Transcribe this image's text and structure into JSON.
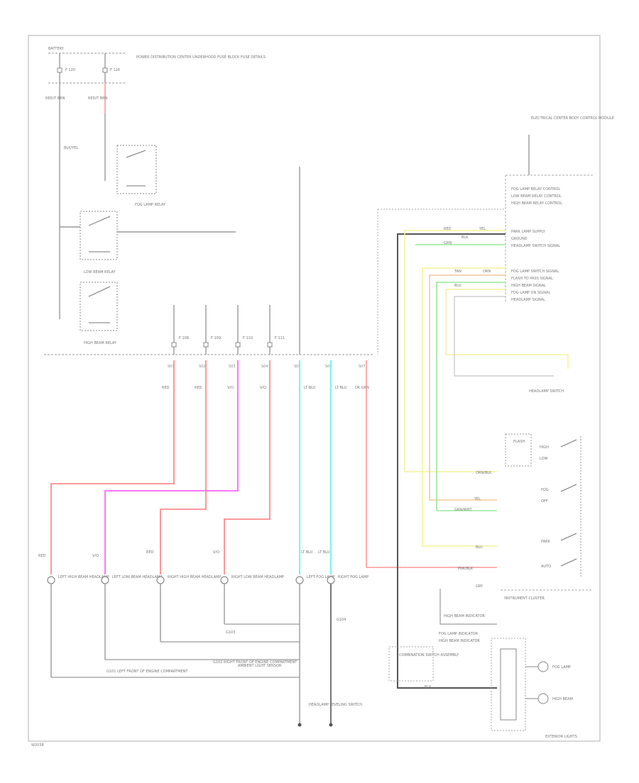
{
  "diagram": {
    "border_label_bottom_left": "W2038",
    "border_label_bottom_right": "EXTERIOR LIGHTS",
    "battery_block": {
      "title": "BATTERY",
      "fuse_left": "F 120",
      "fuse_right": "F 126",
      "note": "POWER DISTRIBUTION CENTER UNDERHOOD FUSE BLOCK FUSE DETAILS"
    },
    "left_column": {
      "wire_top_left": "RED/T BRN",
      "wire_top_right": "RED/T BRN",
      "wire_mid": "BLK/YEL",
      "relay_1_label": "FOG LAMP RELAY",
      "relay_2_label": "LOW BEAM RELAY",
      "relay_3_label": "HIGH BEAM RELAY"
    },
    "fuses_row": [
      "F 108",
      "F 109",
      "F 110",
      "F 111"
    ],
    "splice_labels": [
      "S01",
      "S02",
      "S03",
      "S04",
      "S05",
      "S06",
      "S07"
    ],
    "wire_colors": {
      "red": "#ff8c8c",
      "magenta": "#ff66ff",
      "pink": "#ff9999",
      "cyan": "#66f2f2",
      "yellow": "#f4f49a",
      "green": "#9ae89a",
      "orange": "#f4c89a",
      "black": "#555555"
    },
    "wire_labels_top": [
      "RED",
      "RED",
      "V/O",
      "V/O",
      "LT BLU",
      "LT BLU",
      "DK GRN"
    ],
    "headlamps": [
      {
        "name": "LEFT HIGH BEAM HEADLAMP",
        "wire": "RED"
      },
      {
        "name": "LEFT LOW BEAM HEADLAMP",
        "wire": "V/O"
      },
      {
        "name": "RIGHT HIGH BEAM HEADLAMP",
        "wire": "RED"
      },
      {
        "name": "RIGHT LOW BEAM HEADLAMP",
        "wire": "V/O"
      },
      {
        "name": "LEFT FOG LAMP",
        "wire": "LT BLU"
      },
      {
        "name": "RIGHT FOG LAMP",
        "wire": "LT BLU"
      }
    ],
    "grounds": [
      {
        "label": "G101 LEFT FRONT OF ENGINE COMPARTMENT"
      },
      {
        "label": "G102 RIGHT FRONT OF ENGINE COMPARTMENT"
      },
      {
        "label": "G103"
      },
      {
        "label": "G104"
      }
    ],
    "bcm": {
      "title": "ELECTRICAL CENTER BODY CONTROL MODULE",
      "pins": [
        "FOG LAMP RELAY CONTROL",
        "LOW BEAM RELAY CONTROL",
        "HIGH BEAM RELAY CONTROL",
        "PARK LAMP SUPPLY",
        "GROUND",
        "HEADLAMP SWITCH SIGNAL",
        "FOG LAMP SWITCH SIGNAL",
        "FLASH TO PASS SIGNAL",
        "HIGH BEAM SIGNAL",
        "FOG LAMP ON SIGNAL",
        "HEADLAMP SIGNAL"
      ],
      "wire_tags": [
        "RED",
        "YEL",
        "GRN",
        "BLK",
        "TAN",
        "ORN",
        "BLU"
      ]
    },
    "switch_block": {
      "title": "HEADLAMP SWITCH",
      "items": [
        "FLASH",
        "HIGH",
        "LOW",
        "FOG",
        "OFF",
        "PARK",
        "AUTO"
      ],
      "wire_tags": [
        "ORN/BLK",
        "YEL",
        "GRN/WHT",
        "BLU",
        "PNK/BLK",
        "GRY",
        "BLK"
      ]
    },
    "module_note_1": "INSTRUMENT CLUSTER",
    "module_note_2": "HIGH BEAM INDICATOR",
    "connector_label": "COMBINATION SWITCH ASSEMBLY",
    "indicator_1": "FOG LAMP INDICATOR",
    "indicator_2": "HIGH BEAM INDICATOR",
    "bottom_boxes": [
      "AMBIENT LIGHT SENSOR",
      "HEADLAMP LEVELING SWITCH"
    ],
    "lamp_right_1": "FOG LAMP",
    "lamp_right_2": "HIGH BEAM"
  }
}
